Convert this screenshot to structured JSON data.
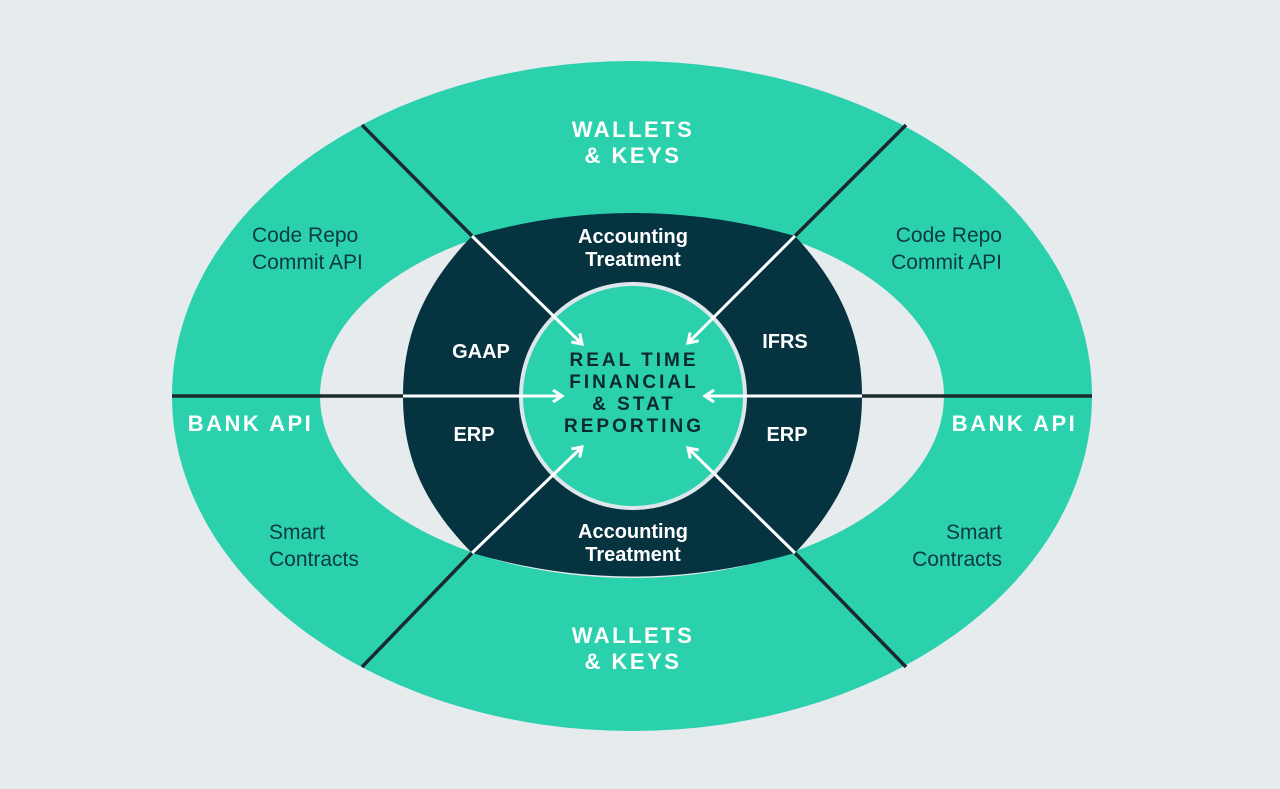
{
  "colors": {
    "background": "#e6ebee",
    "teal": "#2bd1ad",
    "dark": "#053340",
    "line": "#1a2a2e",
    "arrow": "#ffffff"
  },
  "outer_ring": {
    "top": "WALLETS\n& KEYS",
    "bottom": "WALLETS\n& KEYS",
    "left": "BANK API",
    "right": "BANK API",
    "top_left": "Code Repo\nCommit API",
    "top_right": "Code Repo\nCommit API",
    "bottom_left": "Smart\nContracts",
    "bottom_right": "Smart\nContracts"
  },
  "inner_ring": {
    "top": "Accounting\nTreatment",
    "bottom": "Accounting\nTreatment",
    "upper_left": "GAAP",
    "upper_right": "IFRS",
    "lower_left": "ERP",
    "lower_right": "ERP"
  },
  "center": "REAL TIME\nFINANCIAL\n& STAT\nREPORTING"
}
